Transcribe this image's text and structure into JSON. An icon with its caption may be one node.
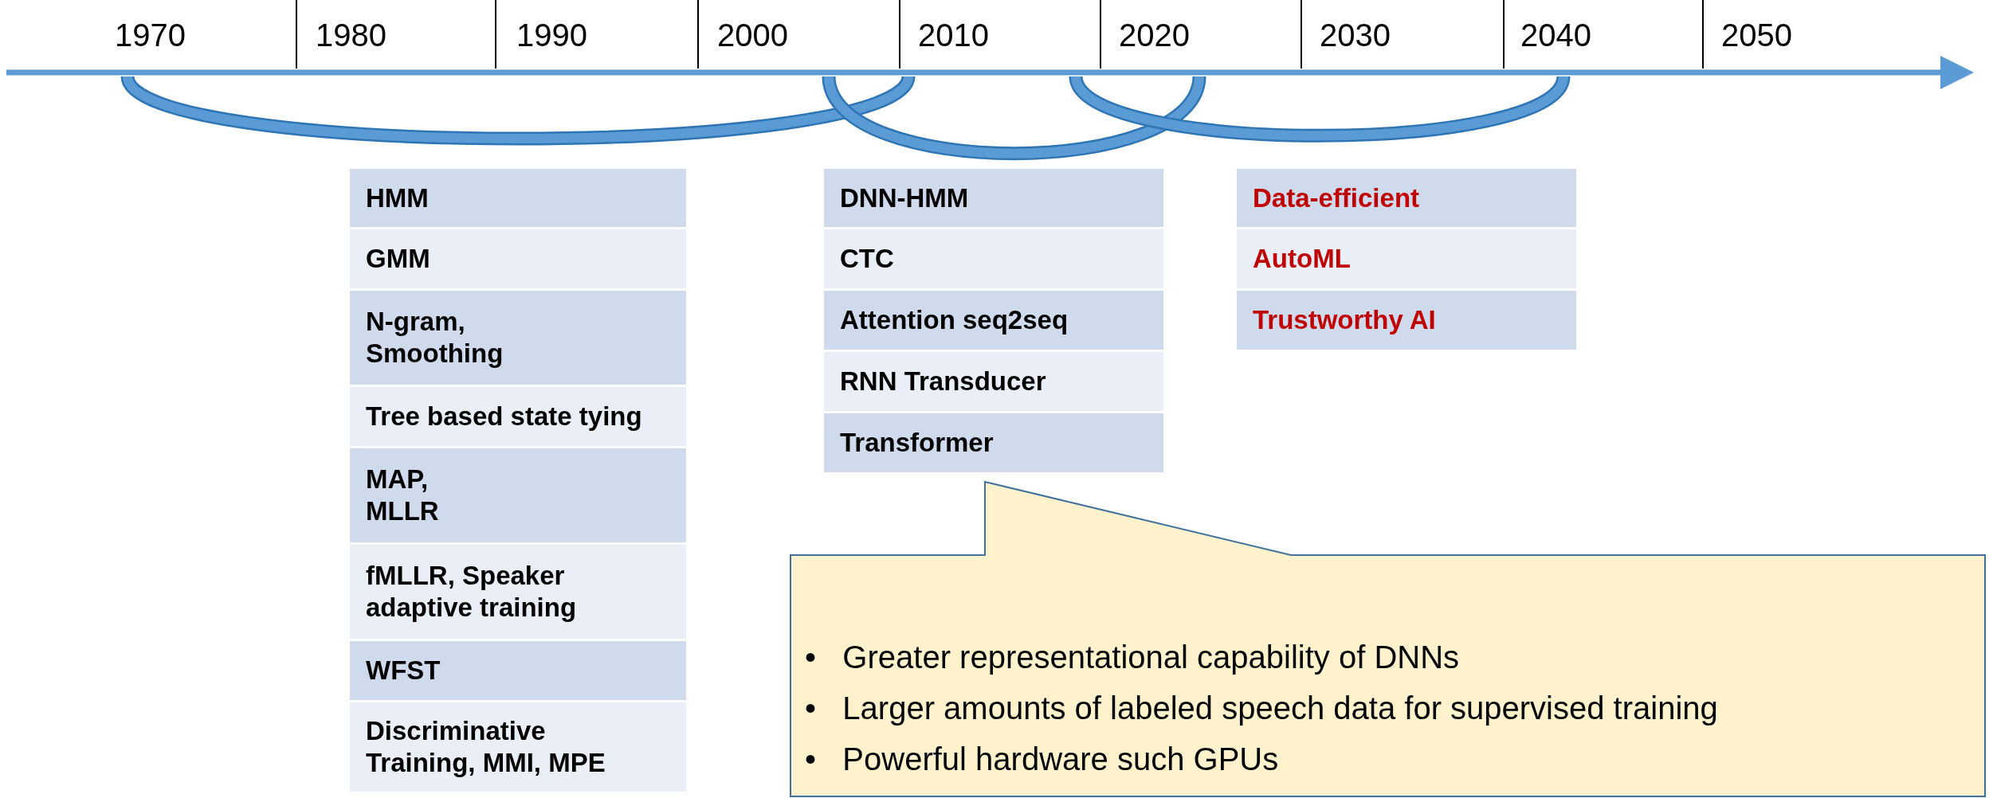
{
  "diagram": {
    "nodes": [
      {
        "text": [
          "HMM"
        ]
      },
      {
        "text": [
          "GMM"
        ]
      },
      {
        "text": [
          "N-gram, Smoothing"
        ]
      },
      {
        "text": [
          "Tree based state tying"
        ]
      },
      {
        "text": [
          "MAP, MLLR"
        ]
      },
      {
        "text": [
          "fMLLR, Speaker adaptive training"
        ]
      },
      {
        "text": [
          "WFST"
        ]
      },
      {
        "text": [
          "Discriminative Training, MMI, MPE"
        ]
      },
      {
        "text": [
          "DNN-HMM"
        ]
      },
      {
        "text": [
          "CTC"
        ]
      },
      {
        "text": [
          "Attention seq2seq"
        ]
      },
      {
        "text": [
          "RNN Transducer"
        ]
      },
      {
        "text": [
          "Transformer"
        ]
      },
      {
        "text": [
          "Data-efficient"
        ]
      },
      {
        "text": [
          "AutoML"
        ]
      },
      {
        "text": [
          "Trustworthy AI"
        ]
      },
      {
        "text": [
          "•   Greater representational capability of DNNs",
          "•   Larger amounts of labeled speech data for supervised training",
          "•   Powerful hardware such GPUs"
        ]
      }
    ],
    "labels": [
      "1970",
      "1980",
      "1990",
      "2000",
      "2010",
      "2020",
      "2030",
      "2040",
      "2050"
    ]
  }
}
